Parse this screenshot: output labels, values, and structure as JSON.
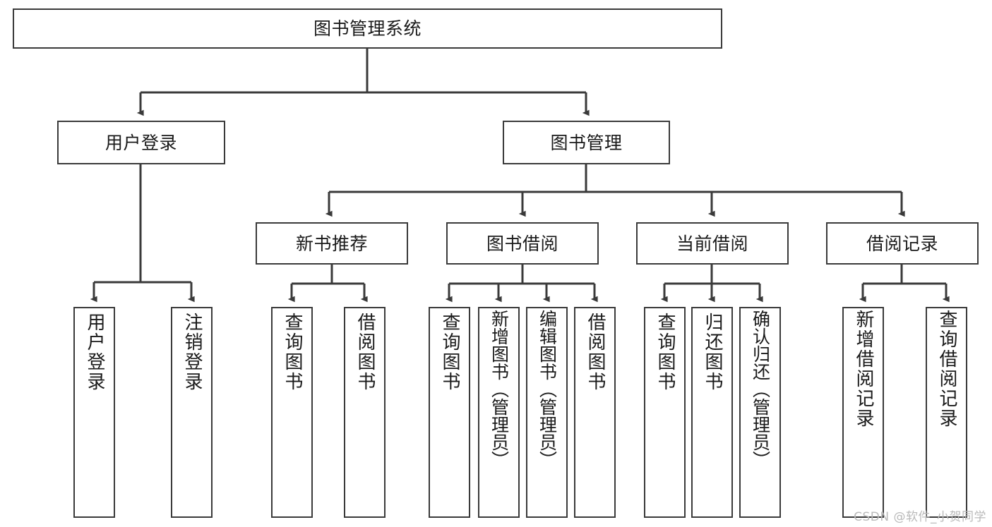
{
  "diagram": {
    "title": "图书管理系统",
    "type": "hierarchy-tree",
    "watermark": "CSDN @软件_小贺同学",
    "colors": {
      "stroke": "#3a3a3a",
      "fill": "#ffffff",
      "text": "#1a1a1a",
      "watermark": "#b9b9b9"
    },
    "levels": {
      "root": {
        "label": "图书管理系统"
      },
      "level2": [
        {
          "label": "用户登录"
        },
        {
          "label": "图书管理"
        }
      ],
      "level3": [
        {
          "label": "新书推荐"
        },
        {
          "label": "图书借阅"
        },
        {
          "label": "当前借阅"
        },
        {
          "label": "借阅记录"
        }
      ],
      "leaves": {
        "user_login": [
          {
            "label": "用户登录"
          },
          {
            "label": "注销登录"
          }
        ],
        "new_book_recommend": [
          {
            "label": "查询图书"
          },
          {
            "label": "借阅图书"
          }
        ],
        "book_borrow": [
          {
            "label": "查询图书"
          },
          {
            "label": "新增图书（管理员）"
          },
          {
            "label": "编辑图书（管理员）"
          },
          {
            "label": "借阅图书"
          }
        ],
        "current_borrow": [
          {
            "label": "查询图书"
          },
          {
            "label": "归还图书"
          },
          {
            "label": "确认归还（管理员）"
          }
        ],
        "borrow_record": [
          {
            "label": "新增借阅记录"
          },
          {
            "label": "查询借阅记录"
          }
        ]
      }
    }
  }
}
